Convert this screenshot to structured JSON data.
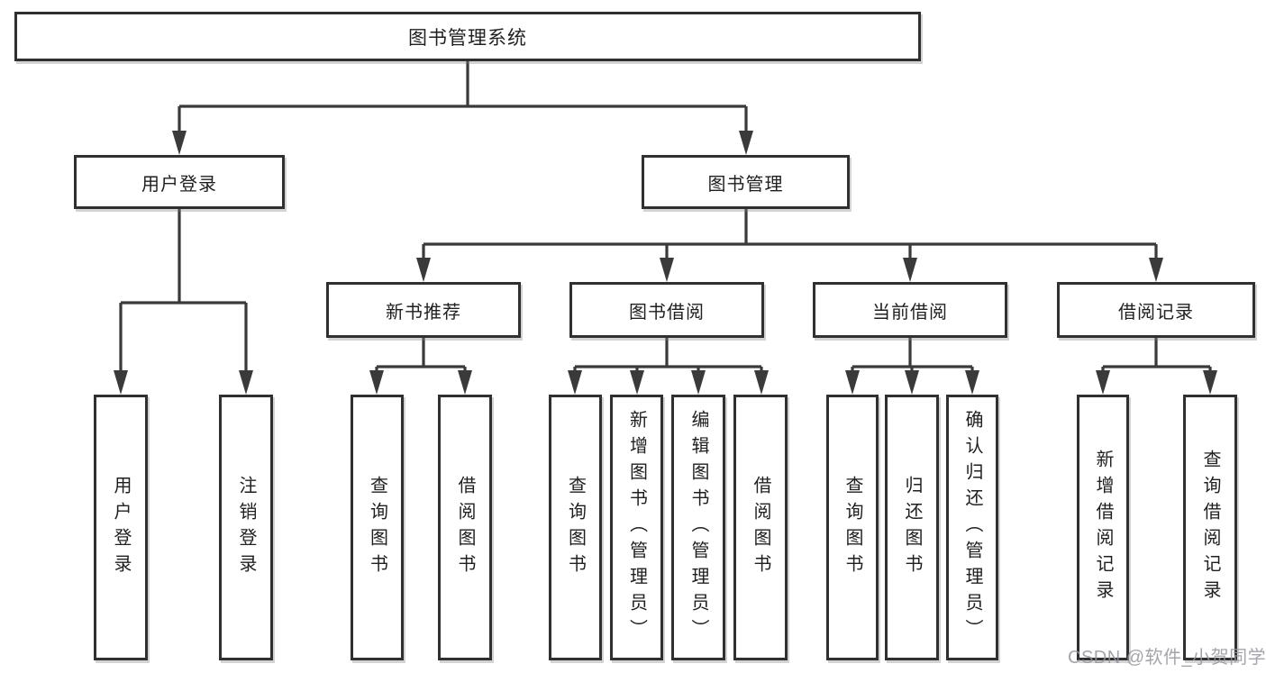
{
  "diagram": {
    "title_node": "图书管理系统",
    "nodes": {
      "root": {
        "label": "图书管理系统"
      },
      "level2": [
        {
          "label": "用户登录"
        },
        {
          "label": "图书管理"
        }
      ],
      "level3": [
        {
          "label": "新书推荐"
        },
        {
          "label": "图书借阅"
        },
        {
          "label": "当前借阅"
        },
        {
          "label": "借阅记录"
        }
      ],
      "leaves": [
        {
          "label": "用户登录"
        },
        {
          "label": "注销登录"
        },
        {
          "label": "查询图书"
        },
        {
          "label": "借阅图书"
        },
        {
          "label": "查询图书"
        },
        {
          "label": "新增图书（管理员）"
        },
        {
          "label": "编辑图书（管理员）"
        },
        {
          "label": "借阅图书"
        },
        {
          "label": "查询图书"
        },
        {
          "label": "归还图书"
        },
        {
          "label": "确认归还（管理员）"
        },
        {
          "label": "新增借阅记录"
        },
        {
          "label": "查询借阅记录"
        }
      ]
    },
    "colors": {
      "line": "#3a3a3a",
      "box_border": "#303030",
      "text": "#1f1f1f",
      "watermark": "#9494a0",
      "background": "#ffffff"
    }
  },
  "watermark": {
    "text": "CSDN @软件_小贺同学"
  }
}
